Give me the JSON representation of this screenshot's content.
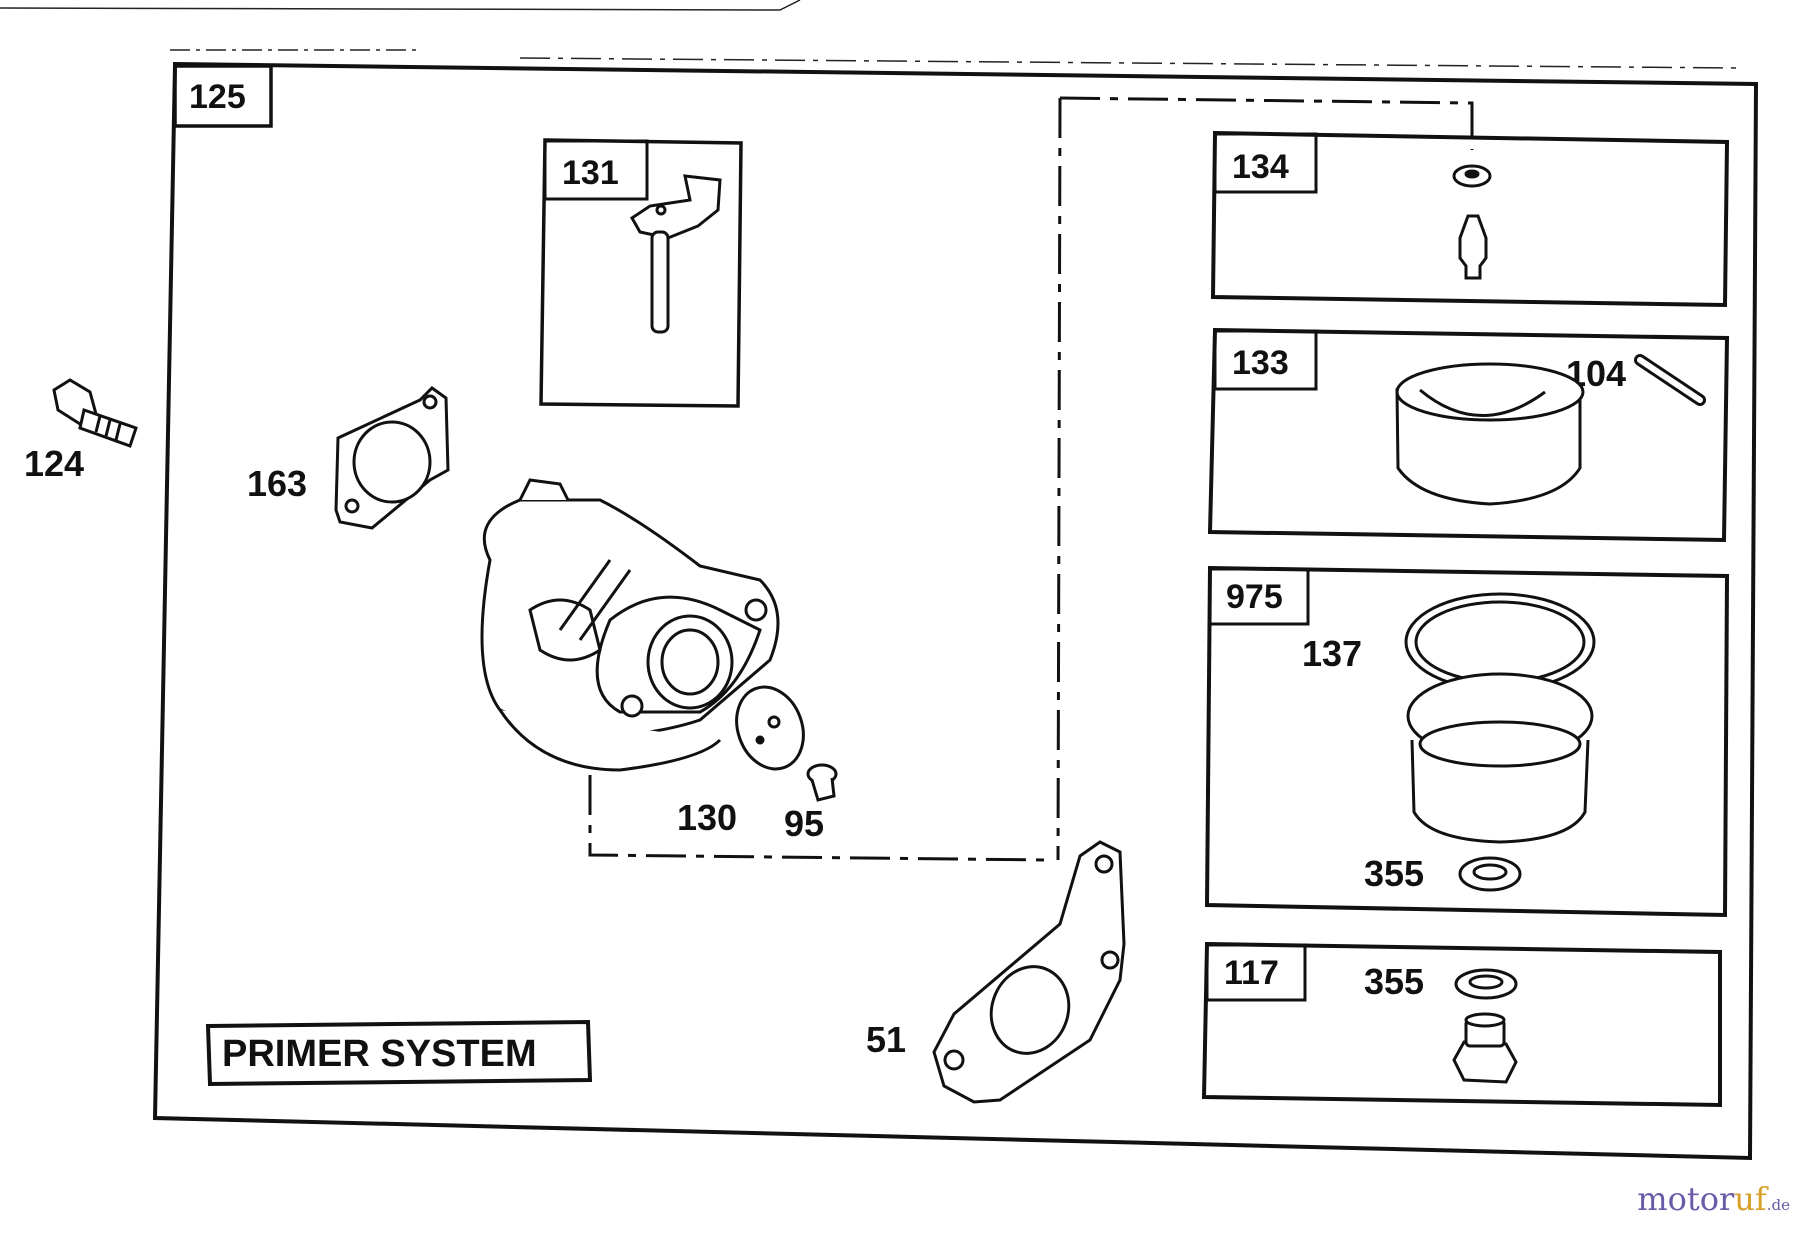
{
  "diagram": {
    "labels": {
      "assembly": "125",
      "choke_box": "131",
      "needle_box": "134",
      "float_box": "133",
      "bowl_kit": "975",
      "drain_kit": "117",
      "bolt": "124",
      "gasket_intake": "163",
      "float_pin": "104",
      "bowl_gasket": "137",
      "washer_bowl": "355",
      "washer_drain": "355",
      "plate": "130",
      "screw": "95",
      "gasket_lower": "51"
    },
    "primer_label": "PRIMER SYSTEM"
  },
  "watermark": {
    "part1": "motor",
    "part2": "uf",
    "suffix": ".de"
  }
}
